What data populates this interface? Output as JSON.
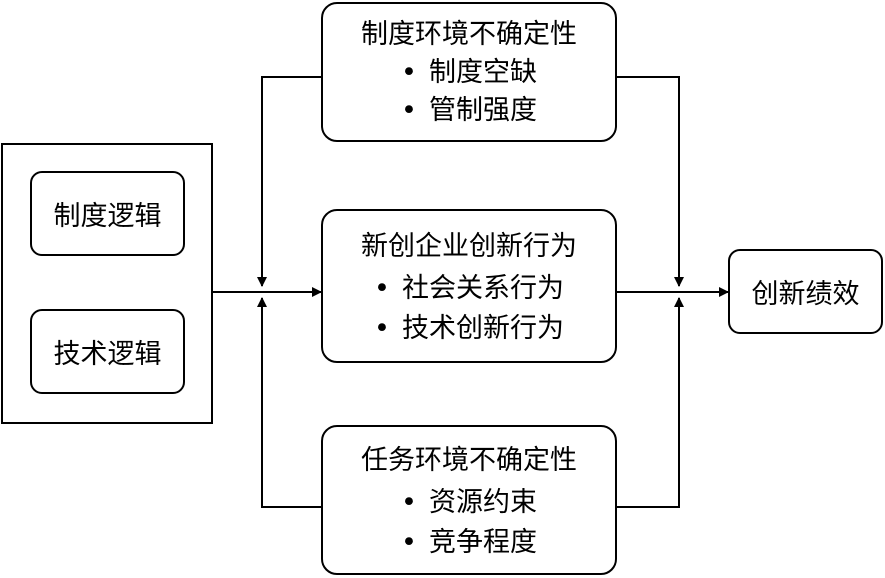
{
  "logic_group": {
    "items": [
      {
        "label": "制度逻辑"
      },
      {
        "label": "技术逻辑"
      }
    ]
  },
  "institutional_uncertainty": {
    "title": "制度环境不确定性",
    "bullets": [
      "制度空缺",
      "管制强度"
    ]
  },
  "entrepreneurial_behavior": {
    "title": "新创企业创新行为",
    "bullets": [
      "社会关系行为",
      "技术创新行为"
    ]
  },
  "task_uncertainty": {
    "title": "任务环境不确定性",
    "bullets": [
      "资源约束",
      "竞争程度"
    ]
  },
  "outcome": {
    "label": "创新绩效"
  },
  "bullet_symbol": "•"
}
